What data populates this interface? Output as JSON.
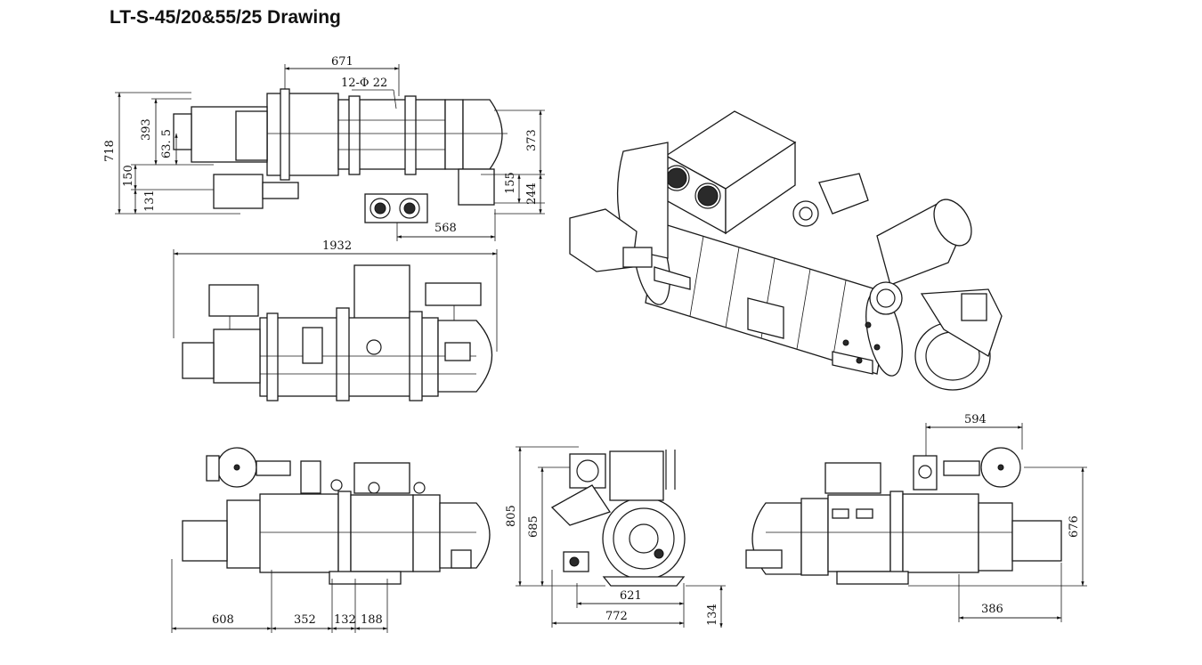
{
  "title": "LT-S-45/20&55/25 Drawing",
  "dimensions": {
    "top_width_671": "671",
    "bolt_holes": "12-Φ 22",
    "height_718": "718",
    "h_393": "393",
    "h_63_5": "63. 5",
    "h_150": "150",
    "h_131": "131",
    "h_373": "373",
    "h_155": "155",
    "h_244": "244",
    "w_568": "568",
    "w_1932": "1932",
    "w_608": "608",
    "w_352": "352",
    "w_132": "132",
    "w_188": "188",
    "h_805": "805",
    "h_685": "685",
    "w_621": "621",
    "w_772": "772",
    "h_134": "134",
    "w_594": "594",
    "h_676": "676",
    "w_386": "386"
  }
}
